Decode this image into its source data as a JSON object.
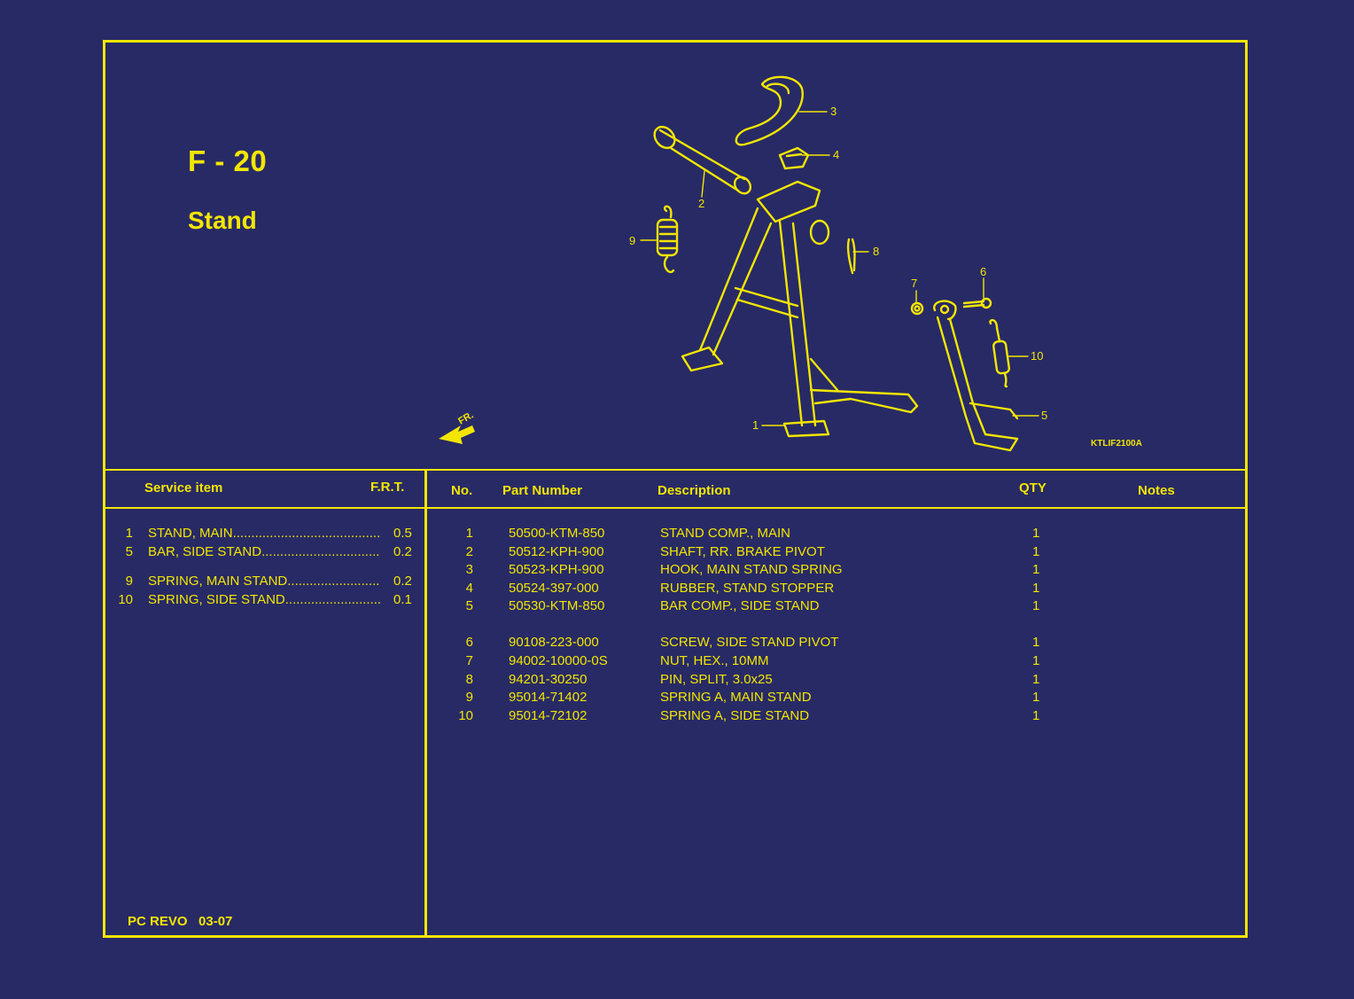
{
  "header": {
    "code": "F - 20",
    "name": "Stand"
  },
  "diagram": {
    "code": "KTLIF2100A",
    "direction_label": "FR.",
    "callouts": [
      "1",
      "2",
      "3",
      "4",
      "5",
      "6",
      "7",
      "8",
      "9",
      "10"
    ]
  },
  "service": {
    "header_item": "Service item",
    "header_frt": "F.R.T.",
    "rows": [
      {
        "no": "1",
        "desc": "STAND, MAIN",
        "frt": "0.5"
      },
      {
        "no": "5",
        "desc": "BAR, SIDE STAND",
        "frt": "0.2"
      },
      {
        "no": "9",
        "desc": "SPRING, MAIN STAND",
        "frt": "0.2"
      },
      {
        "no": "10",
        "desc": "SPRING, SIDE STAND",
        "frt": "0.1"
      }
    ]
  },
  "parts": {
    "headers": {
      "no": "No.",
      "part_number": "Part Number",
      "description": "Description",
      "qty": "QTY",
      "notes": "Notes"
    },
    "rows": [
      {
        "no": "1",
        "pn": "50500-KTM-850",
        "desc": "STAND COMP., MAIN",
        "qty": "1"
      },
      {
        "no": "2",
        "pn": "50512-KPH-900",
        "desc": "SHAFT, RR. BRAKE PIVOT",
        "qty": "1"
      },
      {
        "no": "3",
        "pn": "50523-KPH-900",
        "desc": "HOOK, MAIN STAND SPRING",
        "qty": "1"
      },
      {
        "no": "4",
        "pn": "50524-397-000",
        "desc": "RUBBER, STAND STOPPER",
        "qty": "1"
      },
      {
        "no": "5",
        "pn": "50530-KTM-850",
        "desc": "BAR COMP., SIDE STAND",
        "qty": "1"
      },
      {
        "no": "6",
        "pn": "90108-223-000",
        "desc": "SCREW, SIDE STAND PIVOT",
        "qty": "1"
      },
      {
        "no": "7",
        "pn": "94002-10000-0S",
        "desc": "NUT, HEX., 10MM",
        "qty": "1"
      },
      {
        "no": "8",
        "pn": "94201-30250",
        "desc": "PIN, SPLIT, 3.0x25",
        "qty": "1"
      },
      {
        "no": "9",
        "pn": "95014-71402",
        "desc": "SPRING A, MAIN STAND",
        "qty": "1"
      },
      {
        "no": "10",
        "pn": "95014-72102",
        "desc": "SPRING A, SIDE STAND",
        "qty": "1"
      }
    ]
  },
  "footer": {
    "model": "PC REVO",
    "page": "03-07"
  },
  "colors": {
    "background": "#282a66",
    "line": "#f2e600"
  }
}
